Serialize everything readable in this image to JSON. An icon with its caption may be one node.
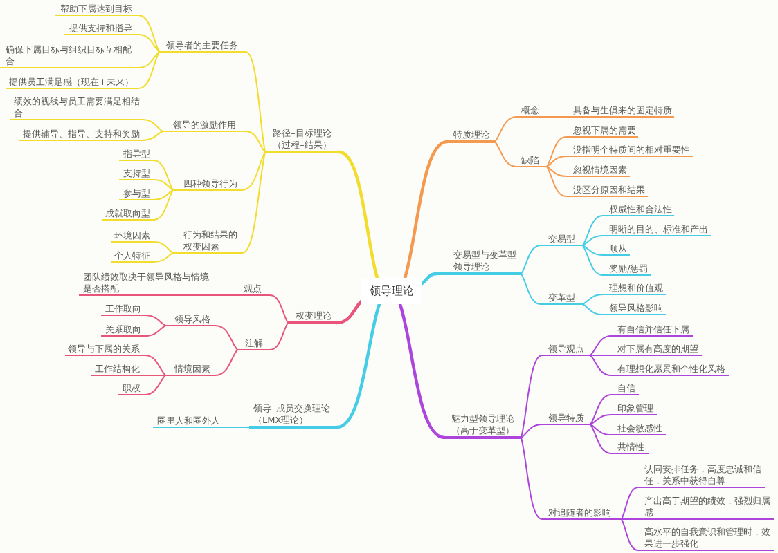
{
  "diagram": {
    "nodes": [
      {
        "text": [
          "领导理论"
        ]
      },
      {
        "text": [
          "路径–目标理论（过程–结果）"
        ]
      },
      {
        "text": [
          "领导者的主要任务"
        ]
      },
      {
        "text": [
          "帮助下属达到目标"
        ]
      },
      {
        "text": [
          "提供支持和指导"
        ]
      },
      {
        "text": [
          "确保下属目标与组织目标互相配合"
        ]
      },
      {
        "text": [
          "提供员工满足感（现在+未来）"
        ]
      },
      {
        "text": [
          "领导的激励作用"
        ]
      },
      {
        "text": [
          "绩效的视线与员工需要满足相结合"
        ]
      },
      {
        "text": [
          "提供辅导、指导、支持和奖励"
        ]
      },
      {
        "text": [
          "四种领导行为"
        ]
      },
      {
        "text": [
          "指导型"
        ]
      },
      {
        "text": [
          "支持型"
        ]
      },
      {
        "text": [
          "参与型"
        ]
      },
      {
        "text": [
          "成就取向型"
        ]
      },
      {
        "text": [
          "行为和结果的权变因素"
        ]
      },
      {
        "text": [
          "环境因素"
        ]
      },
      {
        "text": [
          "个人特征"
        ]
      },
      {
        "text": [
          "权变理论"
        ]
      },
      {
        "text": [
          "观点"
        ]
      },
      {
        "text": [
          "团队绩效取决于领导风格与情境是否搭配"
        ]
      },
      {
        "text": [
          "注解"
        ]
      },
      {
        "text": [
          "领导风格"
        ]
      },
      {
        "text": [
          "工作取向"
        ]
      },
      {
        "text": [
          "关系取向"
        ]
      },
      {
        "text": [
          "情境因素"
        ]
      },
      {
        "text": [
          "领导与下属的关系"
        ]
      },
      {
        "text": [
          "工作结构化"
        ]
      },
      {
        "text": [
          "职权"
        ]
      },
      {
        "text": [
          "领导–成员交换理论（LMX理论）"
        ]
      },
      {
        "text": [
          "圈里人和圈外人"
        ]
      },
      {
        "text": [
          "特质理论"
        ]
      },
      {
        "text": [
          "概念"
        ]
      },
      {
        "text": [
          "具备与生俱来的固定特质"
        ]
      },
      {
        "text": [
          "缺陷"
        ]
      },
      {
        "text": [
          "忽视下属的需要"
        ]
      },
      {
        "text": [
          "没指明个特质间的相对重要性"
        ]
      },
      {
        "text": [
          "忽视情境因素"
        ]
      },
      {
        "text": [
          "没区分原因和结果"
        ]
      },
      {
        "text": [
          "交易型与变革型领导理论"
        ]
      },
      {
        "text": [
          "交易型"
        ]
      },
      {
        "text": [
          "权威性和合法性"
        ]
      },
      {
        "text": [
          "明晰的目的、标准和产出"
        ]
      },
      {
        "text": [
          "顺从"
        ]
      },
      {
        "text": [
          "奖励/惩罚"
        ]
      },
      {
        "text": [
          "变革型"
        ]
      },
      {
        "text": [
          "理想和价值观"
        ]
      },
      {
        "text": [
          "领导风格影响"
        ]
      },
      {
        "text": [
          "魅力型领导理论（高于变革型）"
        ]
      },
      {
        "text": [
          "领导观点"
        ]
      },
      {
        "text": [
          "有自信并信任下属"
        ]
      },
      {
        "text": [
          "对下属有高度的期望"
        ]
      },
      {
        "text": [
          "有理想化愿景和个性化风格"
        ]
      },
      {
        "text": [
          "领导特质"
        ]
      },
      {
        "text": [
          "自信"
        ]
      },
      {
        "text": [
          "印象管理"
        ]
      },
      {
        "text": [
          "社会敏感性"
        ]
      },
      {
        "text": [
          "共情性"
        ]
      },
      {
        "text": [
          "对追随者的影响"
        ]
      },
      {
        "text": [
          "认同安排任务，高度忠诚和信任，关系中获得自尊"
        ]
      },
      {
        "text": [
          "产出高于期望的绩效，强烈归属感"
        ]
      },
      {
        "text": [
          "高水平的自我意识和管理时，效果进一步强化"
        ]
      }
    ],
    "edges": [
      {
        "from": 0,
        "to": 1,
        "arrow": "none",
        "style": "thick"
      },
      {
        "from": 1,
        "to": 2,
        "arrow": "none"
      },
      {
        "from": 2,
        "to": 3,
        "arrow": "none"
      },
      {
        "from": 2,
        "to": 4,
        "arrow": "none"
      },
      {
        "from": 2,
        "to": 5,
        "arrow": "none"
      },
      {
        "from": 2,
        "to": 6,
        "arrow": "none"
      },
      {
        "from": 1,
        "to": 7,
        "arrow": "none"
      },
      {
        "from": 7,
        "to": 8,
        "arrow": "none"
      },
      {
        "from": 7,
        "to": 9,
        "arrow": "none"
      },
      {
        "from": 1,
        "to": 10,
        "arrow": "none"
      },
      {
        "from": 10,
        "to": 11,
        "arrow": "none"
      },
      {
        "from": 10,
        "to": 12,
        "arrow": "none"
      },
      {
        "from": 10,
        "to": 13,
        "arrow": "none"
      },
      {
        "from": 10,
        "to": 14,
        "arrow": "none"
      },
      {
        "from": 1,
        "to": 15,
        "arrow": "none"
      },
      {
        "from": 15,
        "to": 16,
        "arrow": "none"
      },
      {
        "from": 15,
        "to": 17,
        "arrow": "none"
      },
      {
        "from": 0,
        "to": 18,
        "arrow": "none",
        "style": "thick",
        "color": "#e8547a"
      },
      {
        "from": 18,
        "to": 19,
        "arrow": "none",
        "color": "#e8547a"
      },
      {
        "from": 19,
        "to": 20,
        "arrow": "none",
        "color": "#e8547a"
      },
      {
        "from": 18,
        "to": 21,
        "arrow": "none",
        "color": "#e8547a"
      },
      {
        "from": 21,
        "to": 22,
        "arrow": "none",
        "color": "#e8547a"
      },
      {
        "from": 22,
        "to": 23,
        "arrow": "none",
        "color": "#e8547a"
      },
      {
        "from": 22,
        "to": 24,
        "arrow": "none",
        "color": "#e8547a"
      },
      {
        "from": 21,
        "to": 25,
        "arrow": "none",
        "color": "#e8547a"
      },
      {
        "from": 25,
        "to": 26,
        "arrow": "none",
        "color": "#e8547a"
      },
      {
        "from": 25,
        "to": 27,
        "arrow": "none",
        "color": "#e8547a"
      },
      {
        "from": 25,
        "to": 28,
        "arrow": "none",
        "color": "#e8547a"
      },
      {
        "from": 0,
        "to": 29,
        "arrow": "none",
        "style": "thick",
        "color": "#45cde6"
      },
      {
        "from": 29,
        "to": 30,
        "arrow": "none",
        "color": "#45cde6"
      },
      {
        "from": 0,
        "to": 31,
        "arrow": "none",
        "style": "thick",
        "color": "#f49a50"
      },
      {
        "from": 31,
        "to": 32,
        "arrow": "none",
        "color": "#f49a50"
      },
      {
        "from": 32,
        "to": 33,
        "arrow": "none",
        "color": "#f49a50"
      },
      {
        "from": 31,
        "to": 34,
        "arrow": "none",
        "color": "#f49a50"
      },
      {
        "from": 34,
        "to": 35,
        "arrow": "none",
        "color": "#f49a50"
      },
      {
        "from": 34,
        "to": 36,
        "arrow": "none",
        "color": "#f49a50"
      },
      {
        "from": 34,
        "to": 37,
        "arrow": "none",
        "color": "#f49a50"
      },
      {
        "from": 34,
        "to": 38,
        "arrow": "none",
        "color": "#f49a50"
      },
      {
        "from": 0,
        "to": 39,
        "arrow": "none",
        "style": "thick",
        "color": "#45cde6"
      },
      {
        "from": 39,
        "to": 40,
        "arrow": "none",
        "color": "#45cde6"
      },
      {
        "from": 40,
        "to": 41,
        "arrow": "none",
        "color": "#45cde6"
      },
      {
        "from": 40,
        "to": 42,
        "arrow": "none",
        "color": "#45cde6"
      },
      {
        "from": 40,
        "to": 43,
        "arrow": "none",
        "color": "#45cde6"
      },
      {
        "from": 40,
        "to": 44,
        "arrow": "none",
        "color": "#45cde6"
      },
      {
        "from": 39,
        "to": 45,
        "arrow": "none",
        "color": "#45cde6"
      },
      {
        "from": 45,
        "to": 46,
        "arrow": "none",
        "color": "#45cde6"
      },
      {
        "from": 45,
        "to": 47,
        "arrow": "none",
        "color": "#45cde6"
      },
      {
        "from": 0,
        "to": 48,
        "arrow": "none",
        "style": "thick",
        "color": "#ad44dc"
      },
      {
        "from": 48,
        "to": 49,
        "arrow": "none",
        "color": "#ad44dc"
      },
      {
        "from": 49,
        "to": 50,
        "arrow": "none",
        "color": "#ad44dc"
      },
      {
        "from": 49,
        "to": 51,
        "arrow": "none",
        "color": "#ad44dc"
      },
      {
        "from": 49,
        "to": 52,
        "arrow": "none",
        "color": "#ad44dc"
      },
      {
        "from": 48,
        "to": 53,
        "arrow": "none",
        "color": "#ad44dc"
      },
      {
        "from": 53,
        "to": 54,
        "arrow": "none",
        "color": "#ad44dc"
      },
      {
        "from": 53,
        "to": 55,
        "arrow": "none",
        "color": "#ad44dc"
      },
      {
        "from": 53,
        "to": 56,
        "arrow": "none",
        "color": "#ad44dc"
      },
      {
        "from": 53,
        "to": 57,
        "arrow": "none",
        "color": "#ad44dc"
      },
      {
        "from": 48,
        "to": 58,
        "arrow": "none",
        "color": "#ad44dc"
      },
      {
        "from": 58,
        "to": 59,
        "arrow": "none",
        "color": "#ad44dc"
      },
      {
        "from": 58,
        "to": 60,
        "arrow": "none",
        "color": "#ad44dc"
      },
      {
        "from": 58,
        "to": 61,
        "arrow": "none",
        "color": "#ad44dc"
      }
    ]
  }
}
